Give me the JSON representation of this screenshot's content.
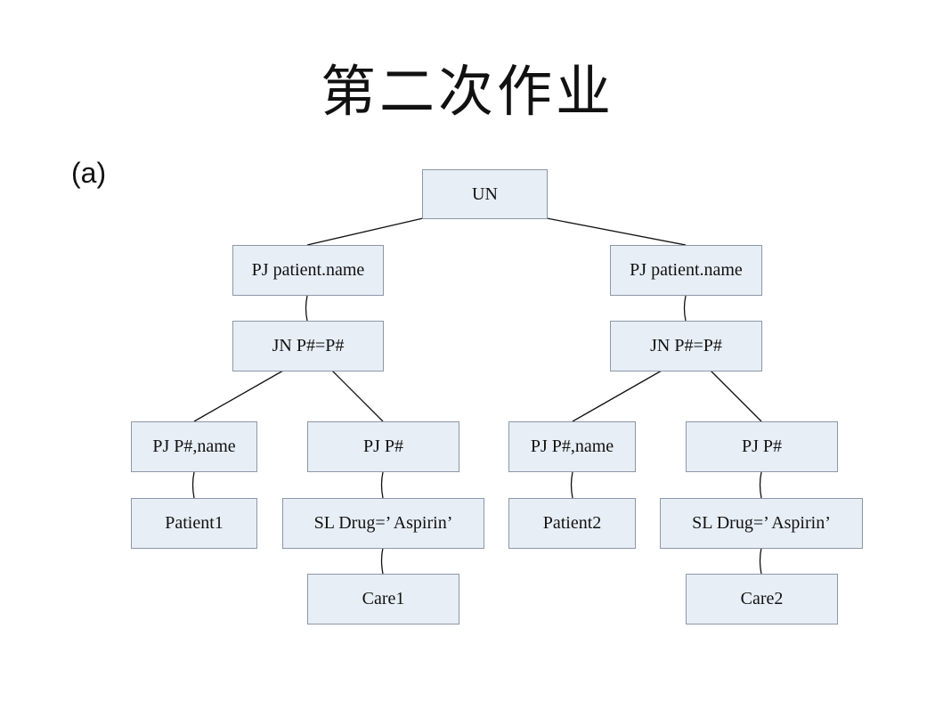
{
  "title": "第二次作业",
  "part_label": "(a)",
  "tree": {
    "root": "UN",
    "left": {
      "project_top": "PJ patient.name",
      "join": "JN P#=P#",
      "project_left": "PJ P#,name",
      "relation_left": "Patient1",
      "project_right": "PJ P#",
      "select": "SL Drug=’ Aspirin’",
      "relation_right": "Care1"
    },
    "right": {
      "project_top": "PJ patient.name",
      "join": "JN P#=P#",
      "project_left": "PJ P#,name",
      "relation_left": "Patient2",
      "project_right": "PJ P#",
      "select": "SL Drug=’ Aspirin’",
      "relation_right": "Care2"
    }
  }
}
